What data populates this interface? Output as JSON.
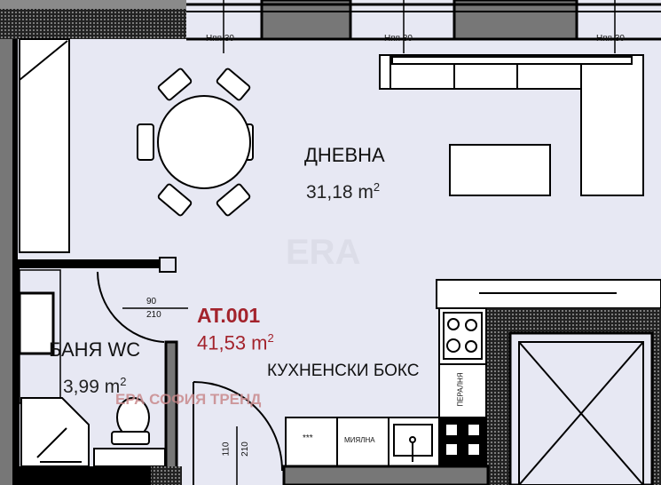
{
  "plan": {
    "apartment_id": "AT.001",
    "apartment_area": "41,53 m",
    "area_unit_sup": "2",
    "watermark_agency": "ЕРА СОФИЯ ТРЕНД",
    "logo_text": "ERA",
    "accent_color": "#a3232c",
    "rooms": [
      {
        "name": "ДНЕВНА",
        "area": "31,18 m"
      },
      {
        "name": "БАНЯ WC",
        "area": "3,99 m"
      },
      {
        "name": "КУХНЕНСКИ БОКС"
      }
    ],
    "window_labels": [
      "Нпп 30",
      "Нпп 30",
      "Нпп 30"
    ],
    "doors": [
      {
        "width": "90",
        "height": "210"
      },
      {
        "width": "110",
        "height": "210"
      }
    ],
    "kitchen_labels": {
      "dishwasher": "***",
      "sink": "МИЯЛНА",
      "washer": "ПЕРАЛНЯ"
    }
  }
}
